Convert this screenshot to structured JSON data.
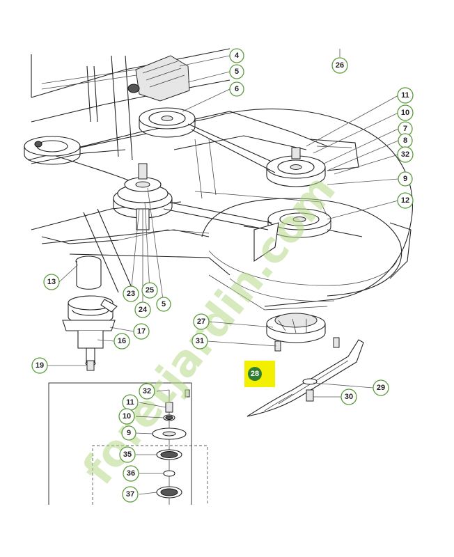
{
  "watermark": "foretjardin.com",
  "highlight": {
    "label": "28",
    "color": "#f3ef00",
    "badge_color": "#2e7d32"
  },
  "callouts": {
    "c4": "4",
    "c5a": "5",
    "c6": "6",
    "c26": "26",
    "c11a": "11",
    "c10a": "10",
    "c7": "7",
    "c8": "8",
    "c32a": "32",
    "c9a": "9",
    "c12": "12",
    "c13": "13",
    "c23": "23",
    "c25": "25",
    "c24": "24",
    "c5b": "5",
    "c27": "27",
    "c17": "17",
    "c16": "16",
    "c31": "31",
    "c19": "19",
    "c29": "29",
    "c30": "30",
    "c32b": "32",
    "c11b": "11",
    "c10b": "10",
    "c9b": "9",
    "c35": "35",
    "c36": "36",
    "c37": "37"
  },
  "colors": {
    "callout_border": "#5a9a3a",
    "watermark": "#b7d98a"
  }
}
